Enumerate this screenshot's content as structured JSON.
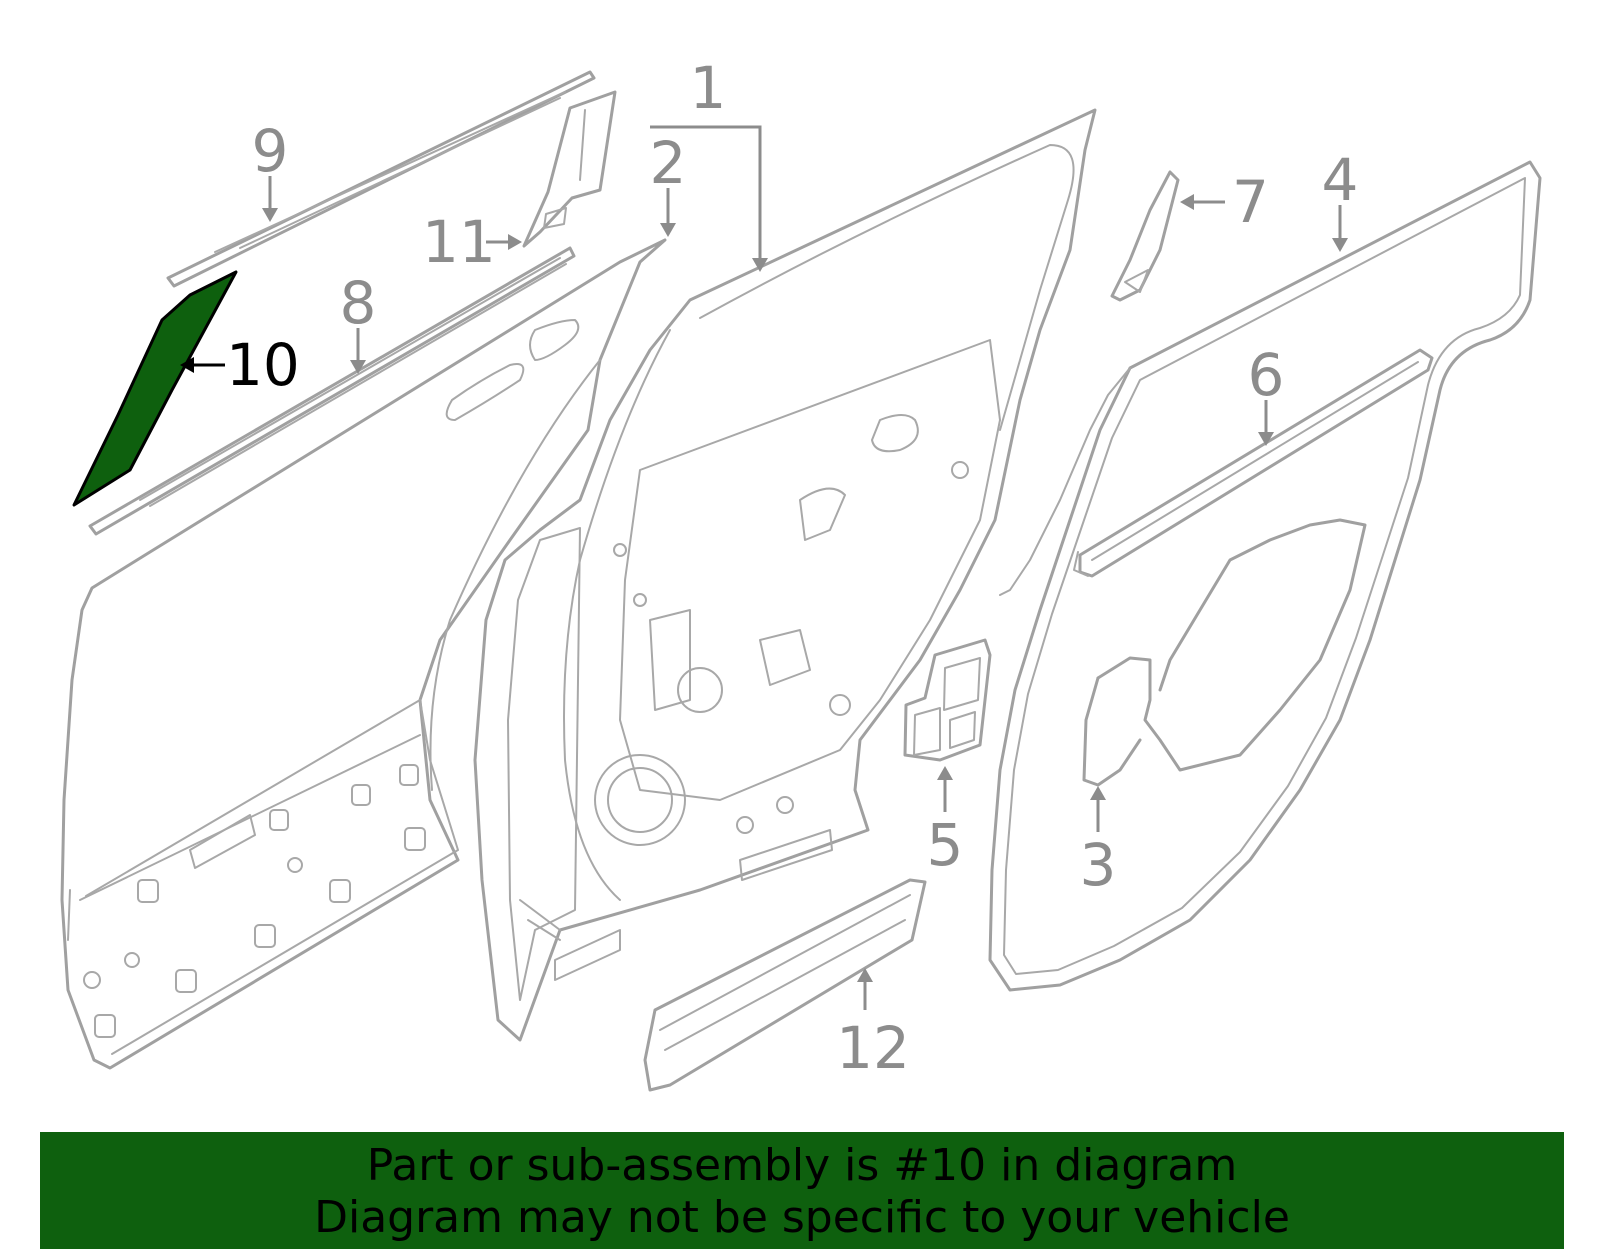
{
  "callouts": {
    "c1": "1",
    "c2": "2",
    "c3": "3",
    "c4": "4",
    "c5": "5",
    "c6": "6",
    "c7": "7",
    "c8": "8",
    "c9": "9",
    "c10": "10",
    "c11": "11",
    "c12": "12"
  },
  "highlight": {
    "part": "10",
    "fill_color": "#0e600e",
    "outline_color": "#000000"
  },
  "banner": {
    "line1": "Part or sub-assembly is #10 in diagram",
    "line2": "Diagram may not be specific to your vehicle",
    "background": "#0e600e"
  }
}
